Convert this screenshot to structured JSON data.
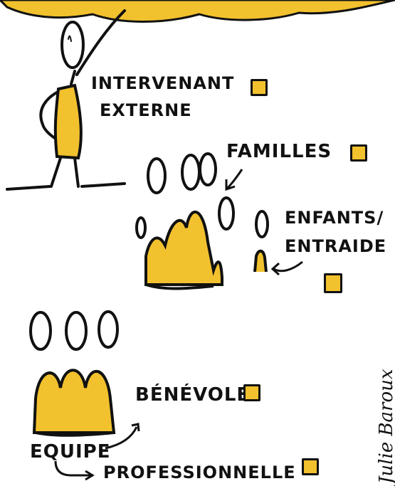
{
  "colors": {
    "accent": "#F2C12E",
    "ink": "#111111",
    "background": "#FFFFFF"
  },
  "labels": {
    "intervenant_line1": "INTERVENANT",
    "intervenant_line2": "EXTERNE",
    "familles": "FAMILLES",
    "enfants_line1": "ENFANTS/",
    "enfants_line2": "ENTRAIDE",
    "benevole": "BÉNÉVOLE",
    "equipe": "EQUIPE",
    "professionnelle": "PROFESSIONNELLE"
  },
  "signature": "Julie Baroux",
  "icons": [
    "speech-cloud",
    "stick-figure",
    "person-head-icon",
    "yellow-square-icon",
    "arrow-icon"
  ]
}
